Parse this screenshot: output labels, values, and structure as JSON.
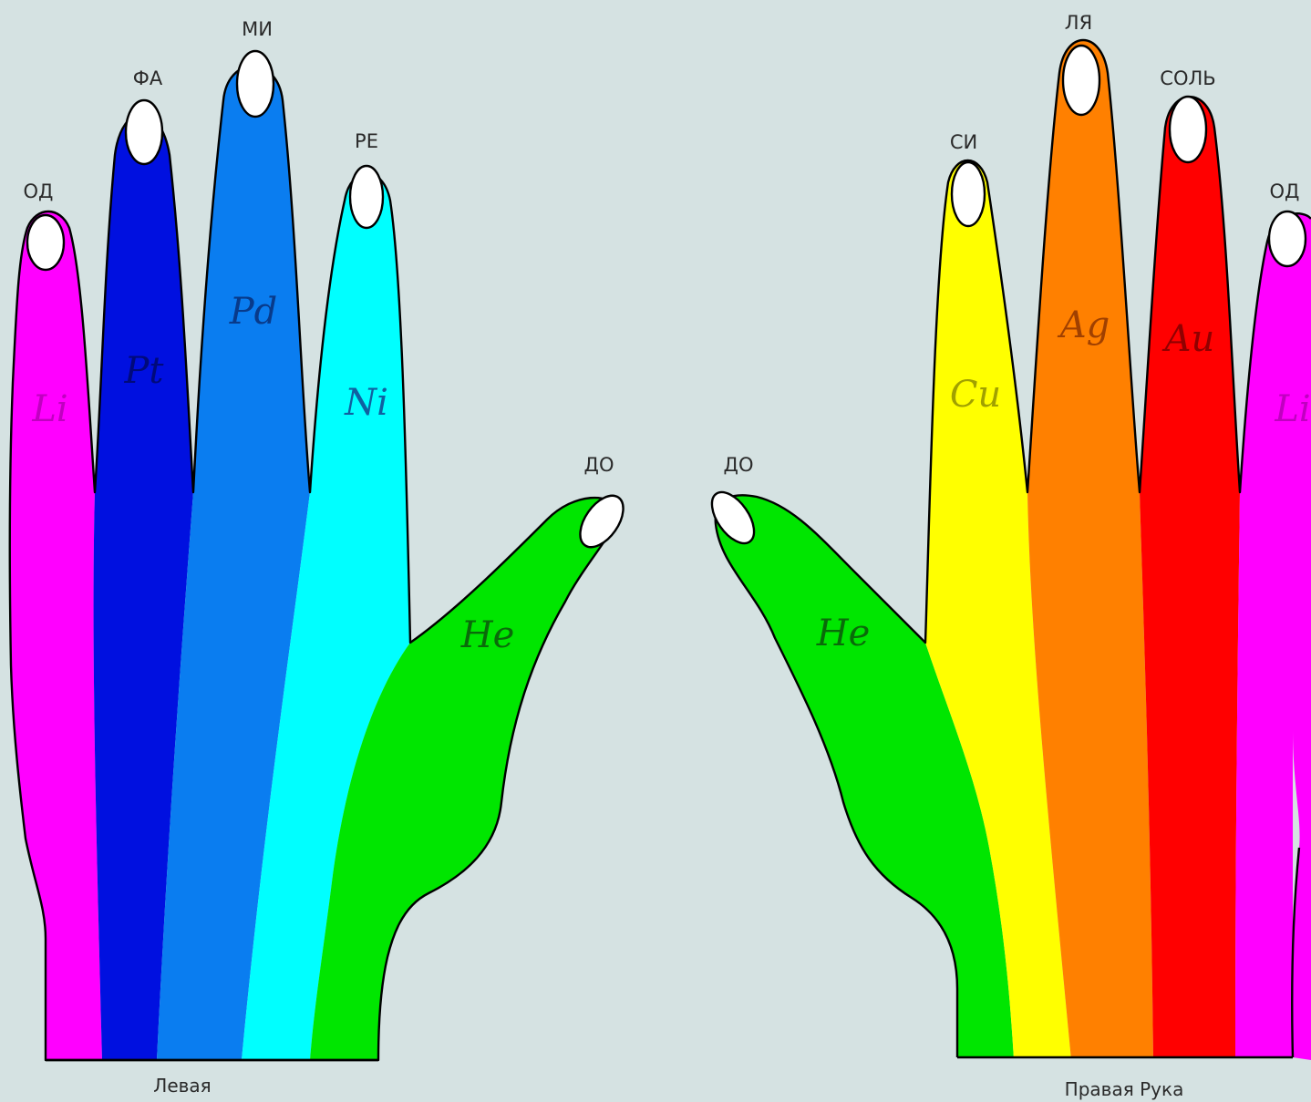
{
  "left_hand": {
    "caption": "Левая",
    "thumb": {
      "note": "ДО",
      "symbol": "He",
      "color": "#00e600",
      "symbol_color": "#0a6a0a"
    },
    "index": {
      "note": "РЕ",
      "symbol": "Ni",
      "color": "#00ffff",
      "symbol_color": "#1060a0"
    },
    "middle": {
      "note": "МИ",
      "symbol": "Pd",
      "color": "#0a7df0",
      "symbol_color": "#083a8a"
    },
    "ring": {
      "note": "ФА",
      "symbol": "Pt",
      "color": "#0010e0",
      "symbol_color": "#000a7a"
    },
    "little": {
      "note": "ОД",
      "symbol": "Li",
      "color": "#ff00ff",
      "symbol_color": "#c000c0"
    }
  },
  "right_hand": {
    "caption": "Правая Рука",
    "thumb": {
      "note": "ДО",
      "symbol": "He",
      "color": "#00e600",
      "symbol_color": "#0a6a0a"
    },
    "index": {
      "note": "СИ",
      "symbol": "Cu",
      "color": "#ffff00",
      "symbol_color": "#a0a000"
    },
    "middle": {
      "note": "ЛЯ",
      "symbol": "Ag",
      "color": "#ff8000",
      "symbol_color": "#a04000"
    },
    "ring": {
      "note": "СОЛЬ",
      "symbol": "Au",
      "color": "#ff0000",
      "symbol_color": "#900000"
    },
    "little": {
      "note": "ОД",
      "symbol": "Li",
      "color": "#ff00ff",
      "symbol_color": "#c000c0"
    }
  }
}
